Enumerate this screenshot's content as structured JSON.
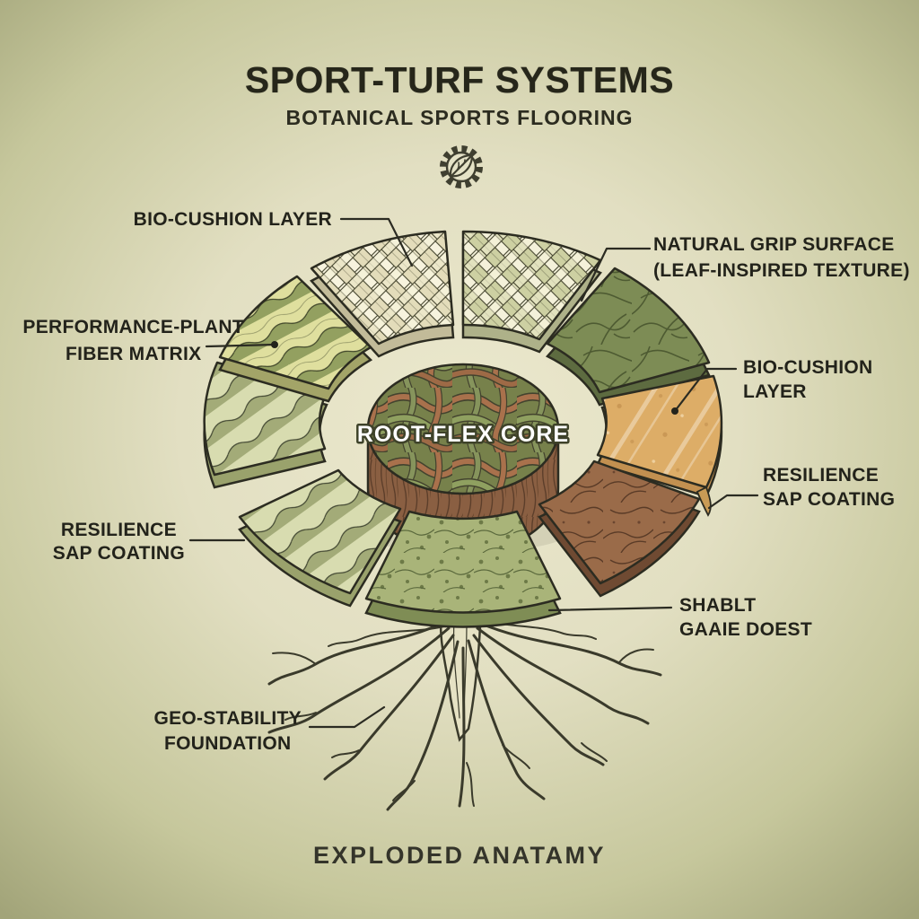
{
  "header": {
    "title": "SPORT-TURF SYSTEMS",
    "subtitle": "BOTANICAL SPORTS FLOORING",
    "icon": "gear-leaf-icon"
  },
  "core": {
    "label": "ROOT-FLEX CORE"
  },
  "footer": {
    "caption": "EXPLODED ANATAMY"
  },
  "labels": [
    {
      "id": "bio-cushion-left",
      "lines": [
        "BIO-CUSHION LAYER"
      ]
    },
    {
      "id": "natural-grip",
      "lines": [
        "NATURAL GRIP SURFACE",
        "(LEAF-INSPIRED TEXTURE)"
      ]
    },
    {
      "id": "performance-plant",
      "lines": [
        "PERFORMANCE-PLANT",
        "FIBER MATRIX"
      ]
    },
    {
      "id": "bio-cushion-right",
      "lines": [
        "BIO-CUSHION",
        "LAYER"
      ]
    },
    {
      "id": "resilience-right",
      "lines": [
        "RESILIENCE",
        "SAP COATING"
      ]
    },
    {
      "id": "resilience-left",
      "lines": [
        "RESILIENCE",
        "SAP COATING"
      ]
    },
    {
      "id": "substrate",
      "lines": [
        "SHABLT",
        "GAAIE DOEST"
      ]
    },
    {
      "id": "geo-stability",
      "lines": [
        "GEO-STABILITY",
        "FOUNDATION"
      ]
    }
  ],
  "segments": [
    "woven-cream-top-left",
    "woven-green-top-right",
    "leaf-grip-dark-green",
    "amber-cushion-wedge",
    "sap-coating-brown",
    "speckled-base-slab",
    "wavy-pale-lower-left",
    "wavy-pale-left",
    "wavy-yellow-upper-left",
    "root-flex-core-cylinder",
    "root-system"
  ],
  "colors": {
    "background_center": "#ebe8cd",
    "background_edge": "#a2a479",
    "ink": "#23231b",
    "core_green": "#77814b",
    "core_brown": "#8a5f42",
    "weave_cream": "#e3dcba",
    "weave_green": "#cdd0a2",
    "grip_green": "#7d8c55",
    "cushion_orange": "#ddad67",
    "sap_brown": "#9a6b49",
    "base_green": "#a9b479",
    "matrix_yellow": "#dfdf9e",
    "matrix_pale": "#d8dcb0",
    "core_label_color": "#ffffff"
  }
}
